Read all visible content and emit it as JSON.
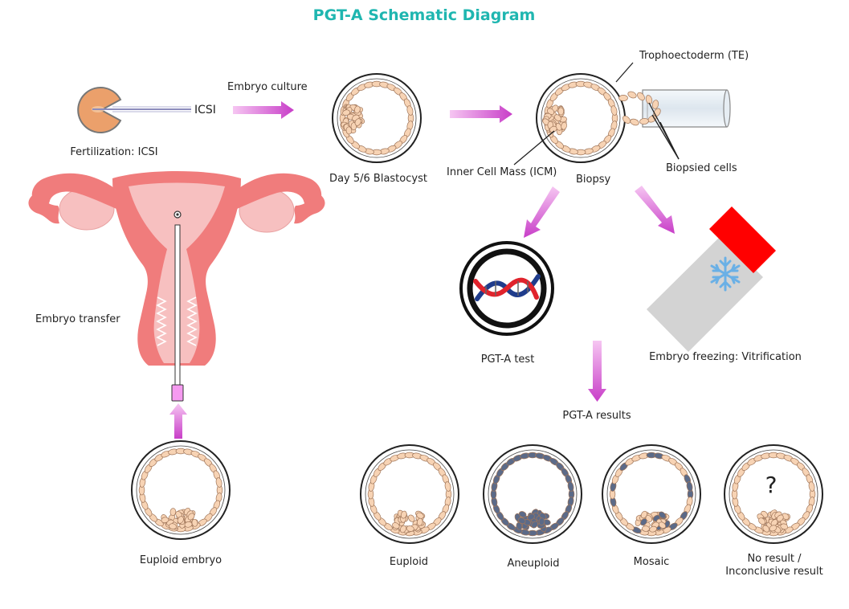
{
  "title": "PGT-A Schematic Diagram",
  "colors": {
    "title": "#1fb6b0",
    "arrow": "#c83ec8",
    "cell_fill": "#f7d3b4",
    "cell_stroke": "#a0765a",
    "aneuploid_cell": "#5b6a88",
    "uterus": "#f07c7c",
    "uterus_light": "#f7c0c0",
    "freeze_cap": "#ff0000",
    "dna_red": "#e0232c",
    "dna_blue": "#1f3c8c",
    "snowflake": "#6ab0e6"
  },
  "labels": {
    "icsi": "ICSI",
    "fertilization": "Fertilization: ICSI",
    "embryo_culture": "Embryo culture",
    "blastocyst": "Day 5/6 Blastocyst",
    "trophectoderm": "Trophoectoderm (TE)",
    "icm": "Inner Cell Mass (ICM)",
    "biopsy": "Biopsy",
    "biopsied_cells": "Biopsied cells",
    "embryo_transfer": "Embryo transfer",
    "pgta_test": "PGT-A test",
    "freezing": "Embryo freezing: Vitrification",
    "pgta_results": "PGT-A results",
    "euploid_embryo": "Euploid embryo",
    "euploid": "Euploid",
    "aneuploid": "Aneuploid",
    "mosaic": "Mosaic",
    "no_result_1": "No result /",
    "no_result_2": "Inconclusive result",
    "question": "?"
  }
}
